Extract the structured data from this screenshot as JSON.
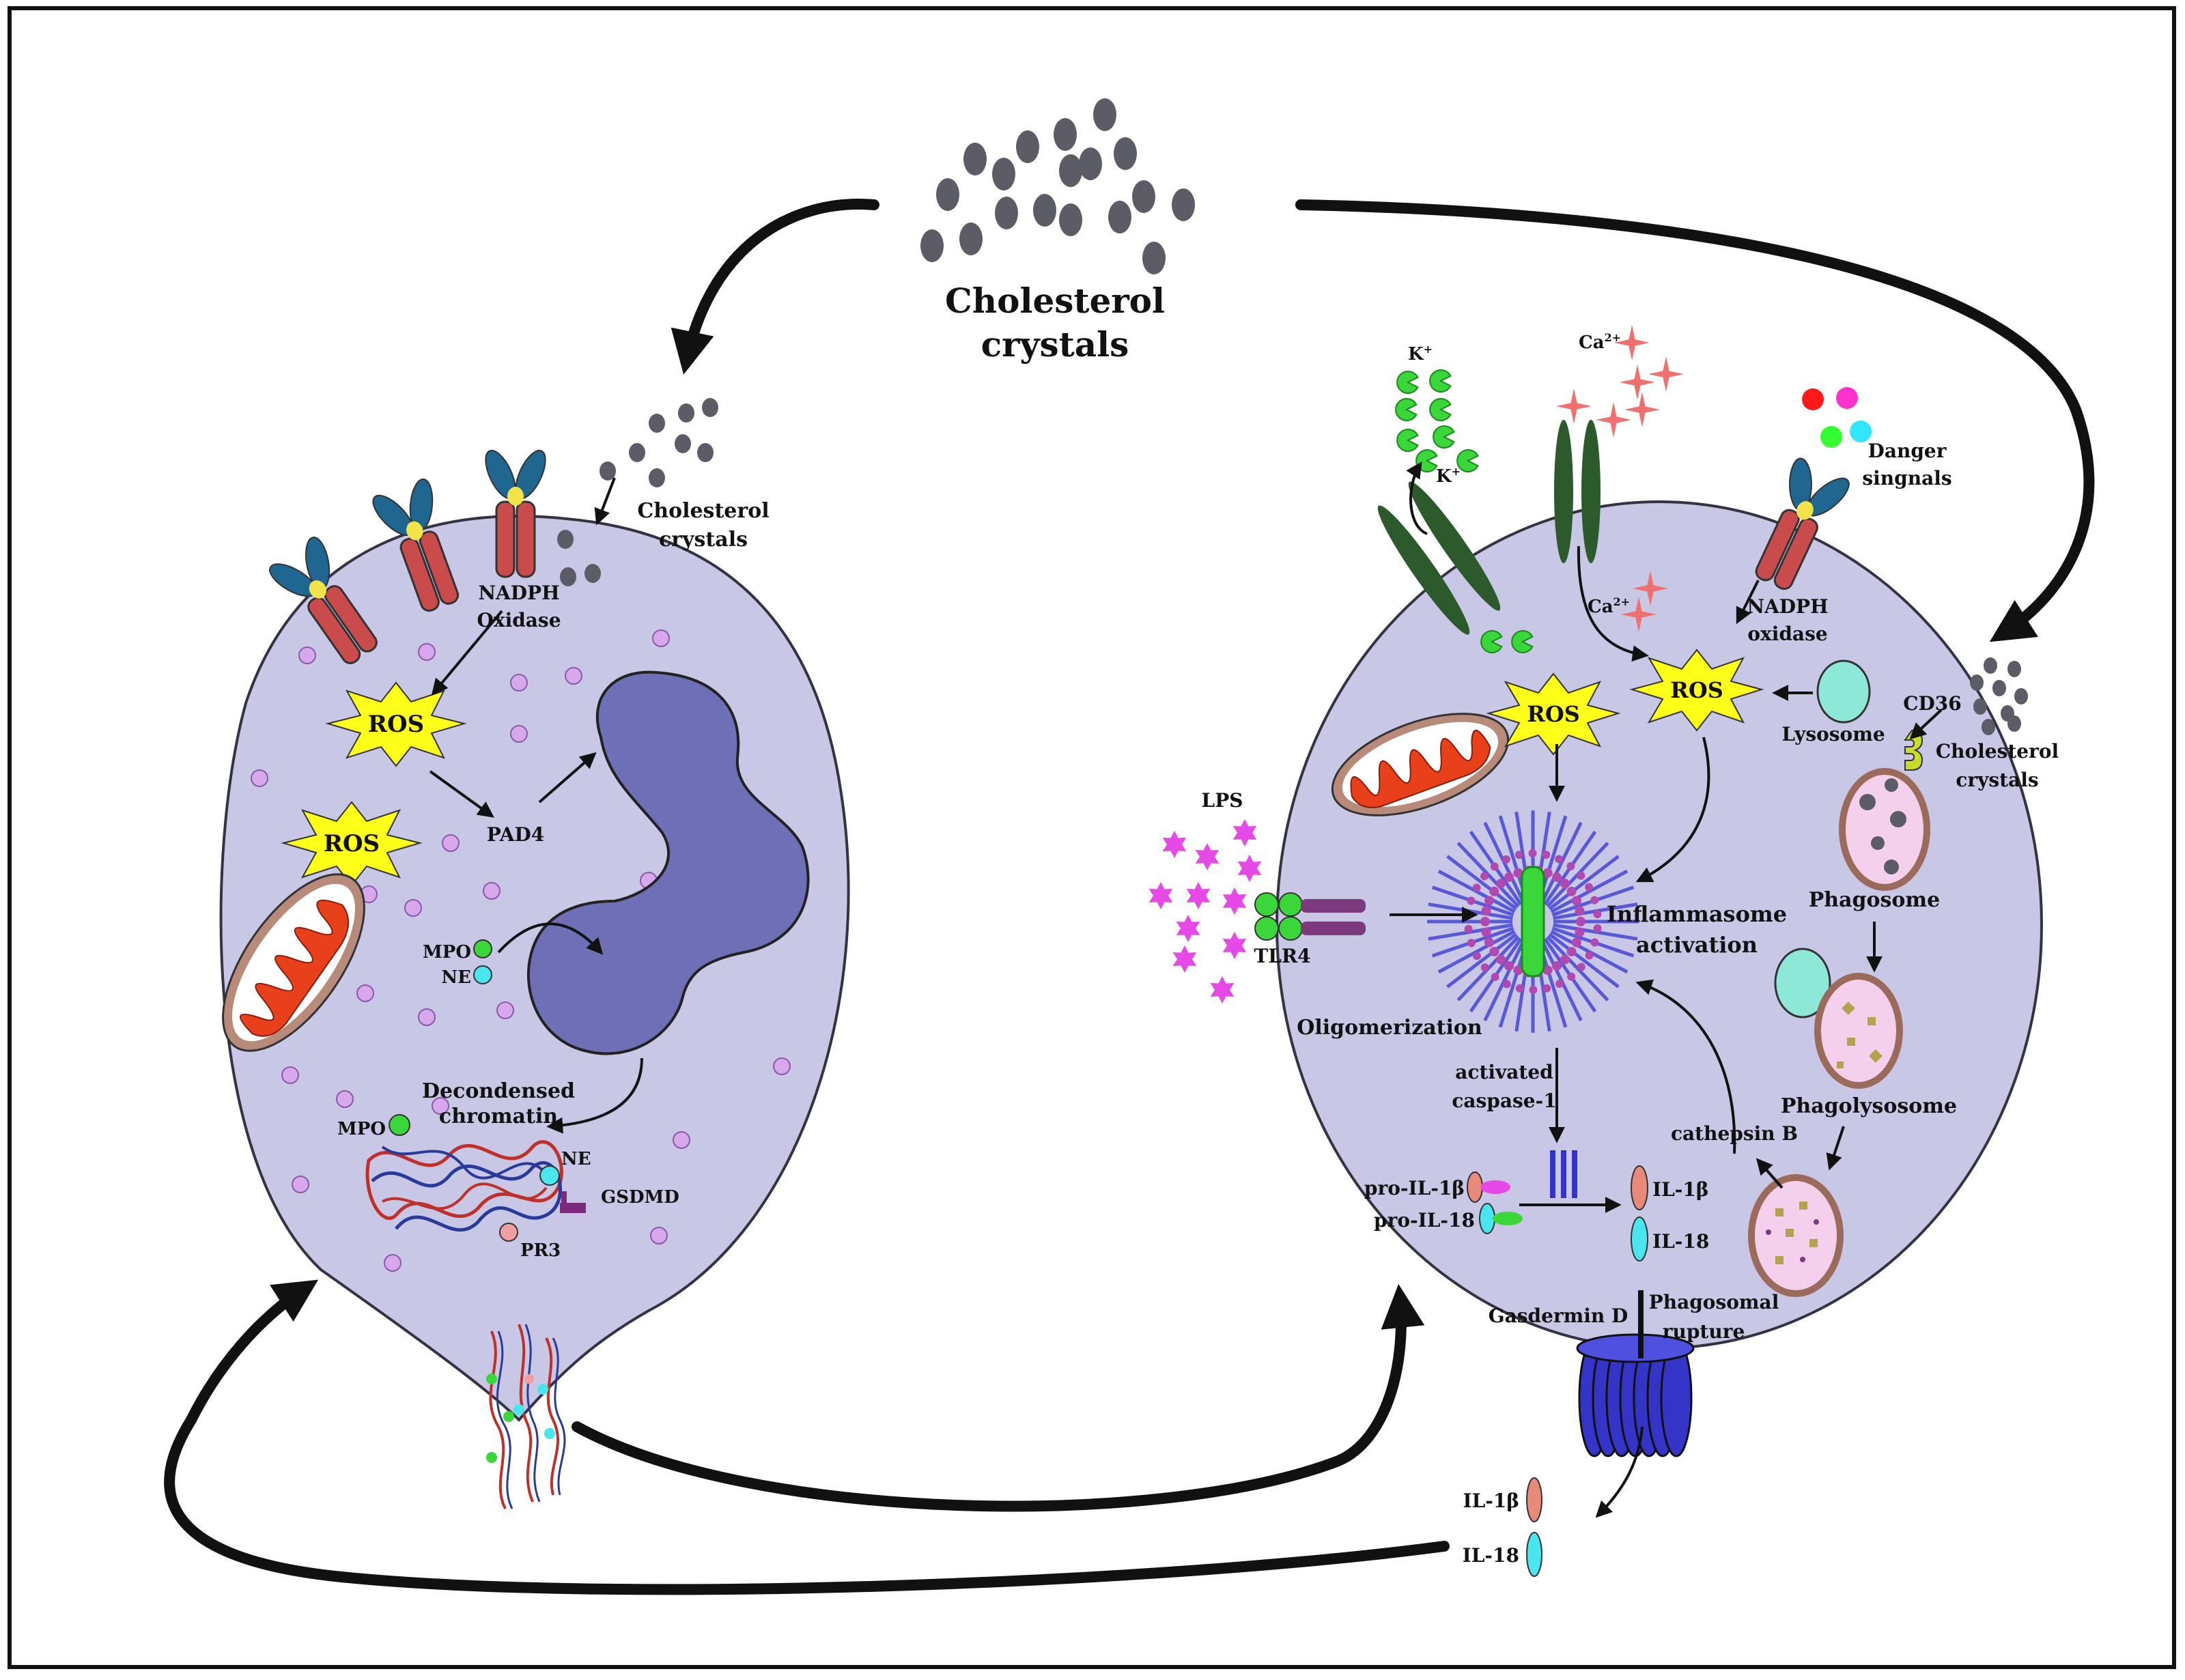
{
  "labels": {
    "cholesterol_main_line1": "Cholesterol",
    "cholesterol_main_line2": "crystals",
    "cholesterol_left_line1": "Cholesterol",
    "cholesterol_left_line2": "crystals",
    "nadph_left_line1": "NADPH",
    "nadph_left_line2": "Oxidase",
    "ros": "ROS",
    "pad4": "PAD4",
    "mpo": "MPO",
    "ne": "NE",
    "decondensed_line1": "Decondensed",
    "decondensed_line2": "chromatin",
    "gsdmd": "GSDMD",
    "pr3": "PR3",
    "k_plus": "K",
    "plus_sup": "+",
    "ca": "Ca",
    "ca_sup": "2+",
    "danger_line1": "Danger",
    "danger_line2": "singnals",
    "nadph_right_line1": "NADPH",
    "nadph_right_line2": "oxidase",
    "cd36": "CD36",
    "cholesterol_right_line1": "Cholesterol",
    "cholesterol_right_line2": "crystals",
    "lysosome": "Lysosome",
    "lps": "LPS",
    "tlr4": "TLR4",
    "inflammasome_line1": "Inflammasome",
    "inflammasome_line2": "activation",
    "phagosome": "Phagosome",
    "phagolysosome": "Phagolysosome",
    "oligomerization": "Oligomerization",
    "activated_line1": "activated",
    "activated_line2": "caspase-1",
    "cathepsin": "cathepsin B",
    "pro_il1b": "pro-IL-1β",
    "pro_il18": "pro-IL-18",
    "il1b": "IL-1β",
    "il18": "IL-18",
    "gasdermin": "Gasdermin D",
    "phagosomal_line1": "Phagosomal",
    "phagosomal_line2": "rupture",
    "il1b_out": "IL-1β",
    "il18_out": "IL-18"
  },
  "colors": {
    "cell_fill": "#c8c8e6",
    "cell_stroke": "#333344",
    "crystal": "#5c5c66",
    "ros_fill": "#ffff1a",
    "receptor_red": "#c94b4b",
    "receptor_blue": "#1f6690",
    "receptor_yellow": "#f2e34a",
    "granule": "#d7a8ec",
    "nucleus": "#6f6fb8",
    "mpo_green": "#3ad63a",
    "ne_cyan": "#4ae6ee",
    "pr3_pink": "#f0a0a0",
    "gsdmd_purple": "#7c2a7c",
    "k_green": "#3ad63a",
    "ca_star": "#f07070",
    "lps_magenta": "#e64ae6",
    "channel_green": "#2c5a2c",
    "inflammasome_spike": "#5858d8",
    "gasdermin_blue": "#3434c8",
    "lysosome_teal": "#8ee8d8",
    "phagosome_fill": "#f4d0ec",
    "phagosome_ring": "#9a6a5a",
    "danger_colors": [
      "#ff1a1a",
      "#ff33cc",
      "#33ff33",
      "#33e6ff"
    ]
  },
  "icons": [
    "cholesterol-crystal-icon",
    "ros-burst-icon",
    "receptor-icon",
    "mitochondrion-icon",
    "nucleus-icon",
    "chromatin-icon",
    "potassium-ion-icon",
    "calcium-star-icon",
    "lps-star-icon",
    "inflammasome-icon",
    "gasdermin-pore-icon",
    "lysosome-icon",
    "phagosome-icon"
  ]
}
